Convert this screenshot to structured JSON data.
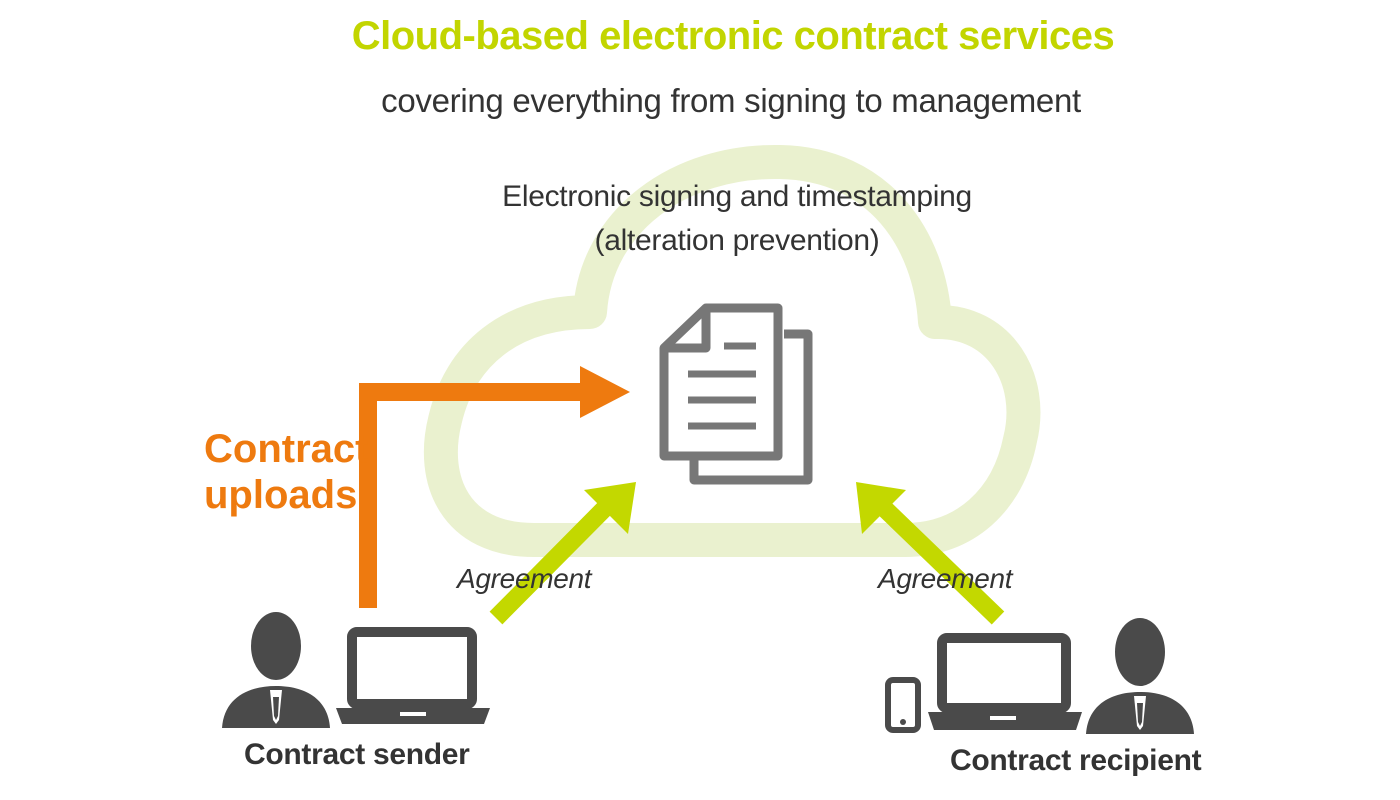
{
  "title": "Cloud-based electronic contract services",
  "subtitle": "covering everything from signing to management",
  "cloud": {
    "label_line1": "Electronic signing and timestamping",
    "label_line2": "(alteration prevention)"
  },
  "upload": {
    "label_line1": "Contract",
    "label_line2": "uploads"
  },
  "agreement_left": "Agreement",
  "agreement_right": "Agreement",
  "sender_label": "Contract sender",
  "recipient_label": "Contract recipient",
  "colors": {
    "title_green": "#c2d500",
    "arrow_green": "#c3d800",
    "cloud_fill": "#eaf1cf",
    "arrow_orange": "#ee7a0f",
    "icon_gray": "#777777",
    "person_gray": "#4a4a4a",
    "text_dark": "#333333"
  },
  "icons": {
    "document": "document-stack-icon",
    "sender": "person-icon",
    "laptop": "laptop-icon",
    "phone": "smartphone-icon"
  }
}
